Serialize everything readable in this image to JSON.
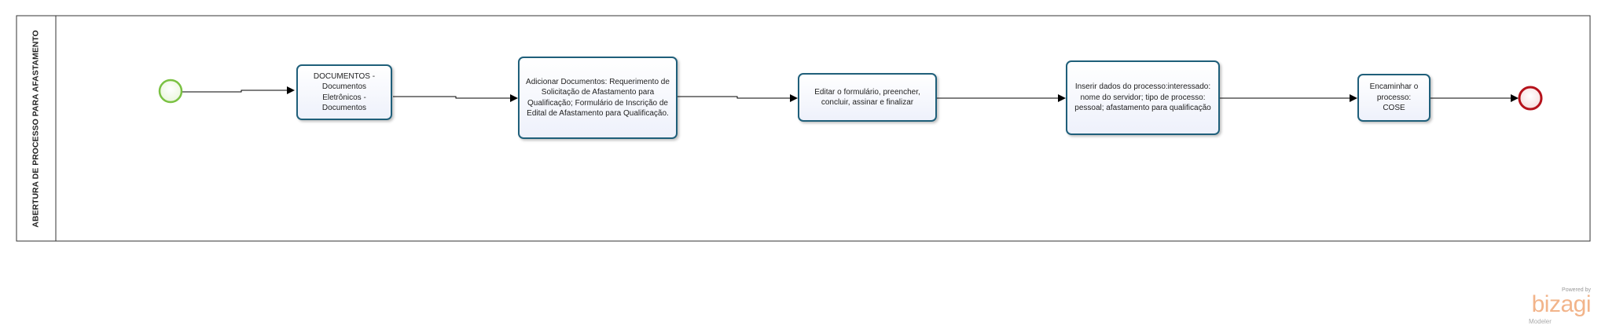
{
  "pool": {
    "label": "ABERTURA DE PROCESSO PARA AFASTAMENTO"
  },
  "tasks": [
    {
      "text": "DOCUMENTOS - Documentos Eletrônicos - Documentos"
    },
    {
      "text": "Adicionar Documentos: Requerimento de Solicitação de Afastamento para Qualificação; Formulário de Inscrição de Edital de Afastamento para Qualificação."
    },
    {
      "text": "Editar o formulário, preencher, concluir, assinar e finalizar"
    },
    {
      "text": "Inserir dados do processo:interessado: nome do servidor; tipo de processo: pessoal; afastamento para qualificação"
    },
    {
      "text": "Encaminhar o processo: COSE"
    }
  ],
  "colors": {
    "pool_border": "#333333",
    "task_border": "#1f5f7a",
    "start_event": "#7ac142",
    "end_event": "#b5121b",
    "flow": "#000000"
  },
  "branding": {
    "powered": "Powered by",
    "brand": "bizagi",
    "product": "Modeler"
  }
}
